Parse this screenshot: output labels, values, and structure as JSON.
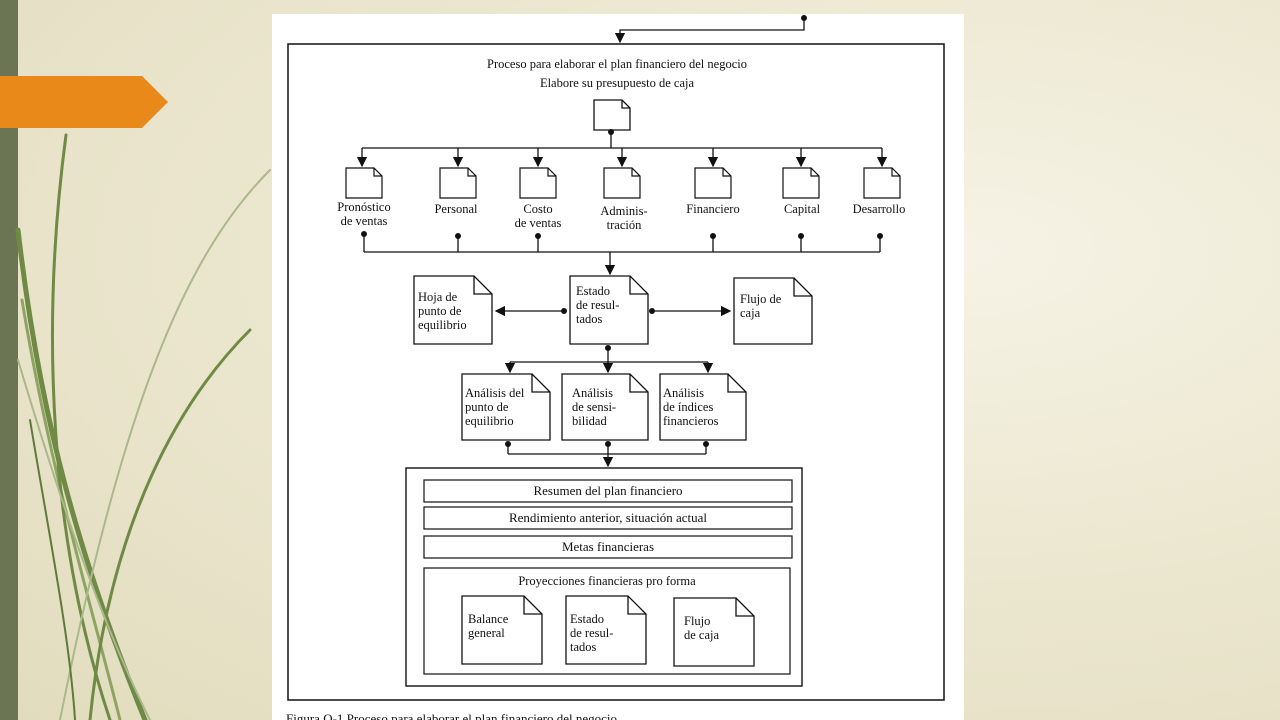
{
  "slide": {
    "accent_color": "#e8891a",
    "sidebar_color": "#6b7553"
  },
  "diagram": {
    "title_line1": "Proceso para elaborar el plan financiero del negocio",
    "title_line2": "Elabore su presupuesto de caja",
    "budgets": [
      "Pronóstico\nde ventas",
      "Personal",
      "Costo\nde ventas",
      "Adminis-\ntración",
      "Financiero",
      "Capital",
      "Desarrollo"
    ],
    "row2": {
      "breakeven_sheet": "Hoja de\npunto de\nequilibrio",
      "income_statement": "Estado\nde resul-\ntados",
      "cash_flow": "Flujo de\ncaja"
    },
    "analyses": [
      "Análisis del\npunto de\nequilibrio",
      "Análisis\nde sensi-\nbilidad",
      "Análisis\nde índices\nfinancieros"
    ],
    "summary_items": [
      "Resumen del plan financiero",
      "Rendimiento anterior, situación actual",
      "Metas financieras"
    ],
    "projections_title": "Proyecciones financieras pro forma",
    "projections": [
      "Balance\ngeneral",
      "Estado\nde resul-\ntados",
      "Flujo\nde caja"
    ],
    "caption": "Figura O-1   Proceso para elaborar el plan financiero del negocio"
  }
}
